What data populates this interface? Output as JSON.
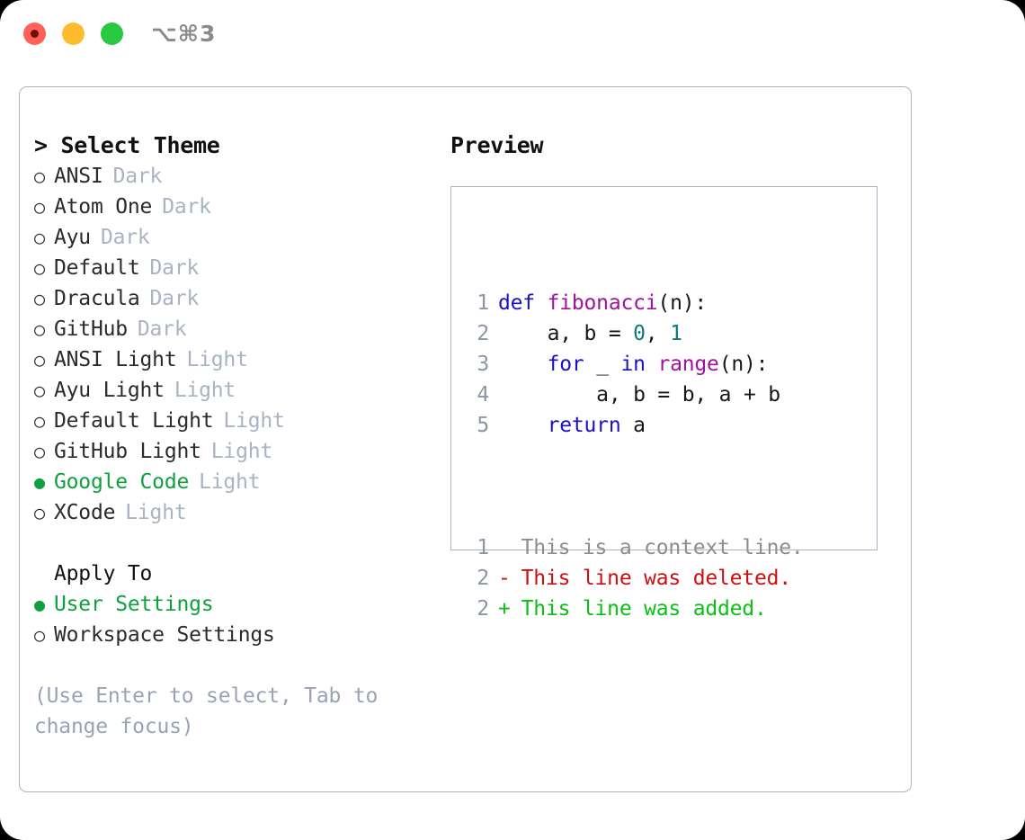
{
  "window": {
    "traffic_lights": [
      {
        "name": "close",
        "color": "#ff6058"
      },
      {
        "name": "minimize",
        "color": "#ffbd2e"
      },
      {
        "name": "maximize",
        "color": "#28c840"
      }
    ],
    "shortcut": "⌥⌘3"
  },
  "theme_picker": {
    "header": "> Select Theme",
    "items": [
      {
        "marker": "○",
        "label": "ANSI",
        "tag": "Dark",
        "selected": false
      },
      {
        "marker": "○",
        "label": "Atom One",
        "tag": "Dark",
        "selected": false
      },
      {
        "marker": "○",
        "label": "Ayu",
        "tag": "Dark",
        "selected": false
      },
      {
        "marker": "○",
        "label": "Default",
        "tag": "Dark",
        "selected": false
      },
      {
        "marker": "○",
        "label": "Dracula",
        "tag": "Dark",
        "selected": false
      },
      {
        "marker": "○",
        "label": "GitHub",
        "tag": "Dark",
        "selected": false
      },
      {
        "marker": "○",
        "label": "ANSI Light",
        "tag": "Light",
        "selected": false
      },
      {
        "marker": "○",
        "label": "Ayu Light",
        "tag": "Light",
        "selected": false
      },
      {
        "marker": "○",
        "label": "Default Light",
        "tag": "Light",
        "selected": false
      },
      {
        "marker": "○",
        "label": "GitHub Light",
        "tag": "Light",
        "selected": false
      },
      {
        "marker": "●",
        "label": "Google Code",
        "tag": "Light",
        "selected": true
      },
      {
        "marker": "○",
        "label": "XCode",
        "tag": "Light",
        "selected": false
      }
    ]
  },
  "apply_to": {
    "header": "Apply To",
    "items": [
      {
        "marker": "●",
        "label": "User Settings",
        "selected": true
      },
      {
        "marker": "○",
        "label": "Workspace Settings",
        "selected": false
      }
    ]
  },
  "hint": "(Use Enter to select, Tab to change focus)",
  "preview": {
    "title": "Preview",
    "code_lines": [
      {
        "n": "1",
        "tokens": [
          {
            "t": "def ",
            "c": "kw"
          },
          {
            "t": "fibonacci",
            "c": "fn"
          },
          {
            "t": "(n):",
            "c": "punct"
          }
        ]
      },
      {
        "n": "2",
        "tokens": [
          {
            "t": "    a, b = ",
            "c": "plain"
          },
          {
            "t": "0",
            "c": "num"
          },
          {
            "t": ", ",
            "c": "plain"
          },
          {
            "t": "1",
            "c": "num"
          }
        ]
      },
      {
        "n": "3",
        "tokens": [
          {
            "t": "    ",
            "c": "plain"
          },
          {
            "t": "for",
            "c": "kw"
          },
          {
            "t": " _ ",
            "c": "plain"
          },
          {
            "t": "in",
            "c": "kw"
          },
          {
            "t": " ",
            "c": "plain"
          },
          {
            "t": "range",
            "c": "fn"
          },
          {
            "t": "(n):",
            "c": "punct"
          }
        ]
      },
      {
        "n": "4",
        "tokens": [
          {
            "t": "        a, b = b, a + b",
            "c": "plain"
          }
        ]
      },
      {
        "n": "5",
        "tokens": [
          {
            "t": "    ",
            "c": "plain"
          },
          {
            "t": "return",
            "c": "kw"
          },
          {
            "t": " a",
            "c": "plain"
          }
        ]
      }
    ],
    "diff_lines": [
      {
        "n": "1",
        "marker": " ",
        "text": "This is a context line.",
        "kind": "ctx"
      },
      {
        "n": "2",
        "marker": "-",
        "text": "This line was deleted.",
        "kind": "del"
      },
      {
        "n": "2",
        "marker": "+",
        "text": "This line was added.",
        "kind": "add"
      }
    ]
  },
  "colors": {
    "accent_green": "#0fa03f",
    "border": "#a9b3c1",
    "muted": "#a9b3c1",
    "keyword": "#1c10c4",
    "function": "#a0129e",
    "number": "#0d7a7a",
    "diff_add": "#0ac013",
    "diff_del": "#cc1010"
  }
}
